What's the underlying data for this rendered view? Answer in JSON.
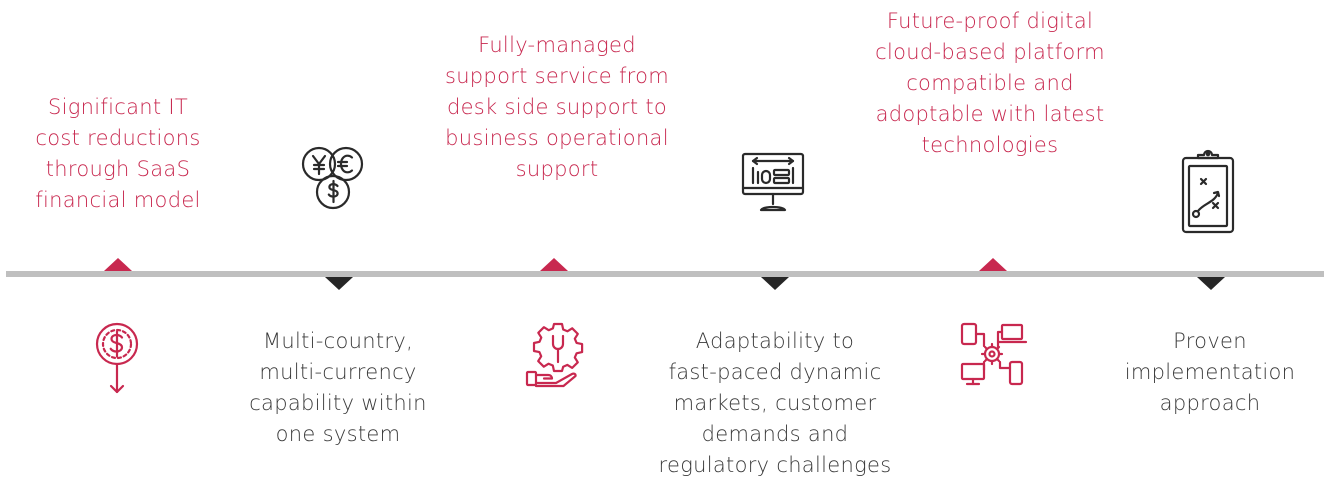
{
  "colors": {
    "accent": "#c8284f",
    "dark": "#262626",
    "line": "#bfbfbf",
    "text_dark": "#3a3a3a"
  },
  "items": [
    {
      "position": "top",
      "text": "Significant IT\ncost reductions\nthrough SaaS\nfinancial model",
      "icon": "dollar-down-arrow-icon"
    },
    {
      "position": "bottom",
      "text": "Multi-country,\nmulti-currency\ncapability within\none system",
      "icon": "currency-coins-icon"
    },
    {
      "position": "top",
      "text": "Fully-managed\nsupport service from\ndesk side support to\nbusiness operational\nsupport",
      "icon": "gear-wrench-hand-icon"
    },
    {
      "position": "bottom",
      "text": "Adaptability to\nfast-paced dynamic\nmarkets, customer\ndemands and\nregulatory challenges",
      "icon": "monitor-dashboard-icon"
    },
    {
      "position": "top",
      "text": "Future-proof digital\ncloud-based platform\ncompatible and\nadoptable with latest\ntechnologies",
      "icon": "connected-devices-icon"
    },
    {
      "position": "bottom",
      "text": "Proven\nimplementation\napproach",
      "icon": "clipboard-plan-icon"
    }
  ]
}
